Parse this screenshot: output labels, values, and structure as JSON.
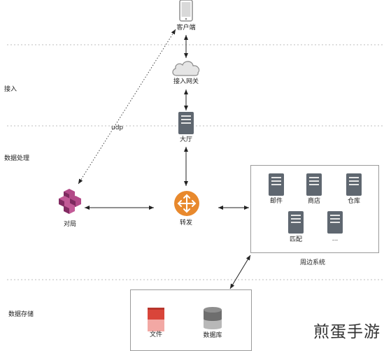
{
  "layers": {
    "access": "接入",
    "processing": "数据处理",
    "storage": "数据存储"
  },
  "nodes": {
    "client": "客户端",
    "gateway": "接入网关",
    "lobby": "大厅",
    "battle": "对局",
    "forward": "转发",
    "mail": "邮件",
    "shop": "商店",
    "warehouse": "仓库",
    "match": "匹配",
    "more": "...",
    "file": "文件",
    "database": "数据库"
  },
  "groups": {
    "peripheral": "周边系统"
  },
  "edges": {
    "udp": "udp"
  },
  "watermark": "煎蛋手游"
}
